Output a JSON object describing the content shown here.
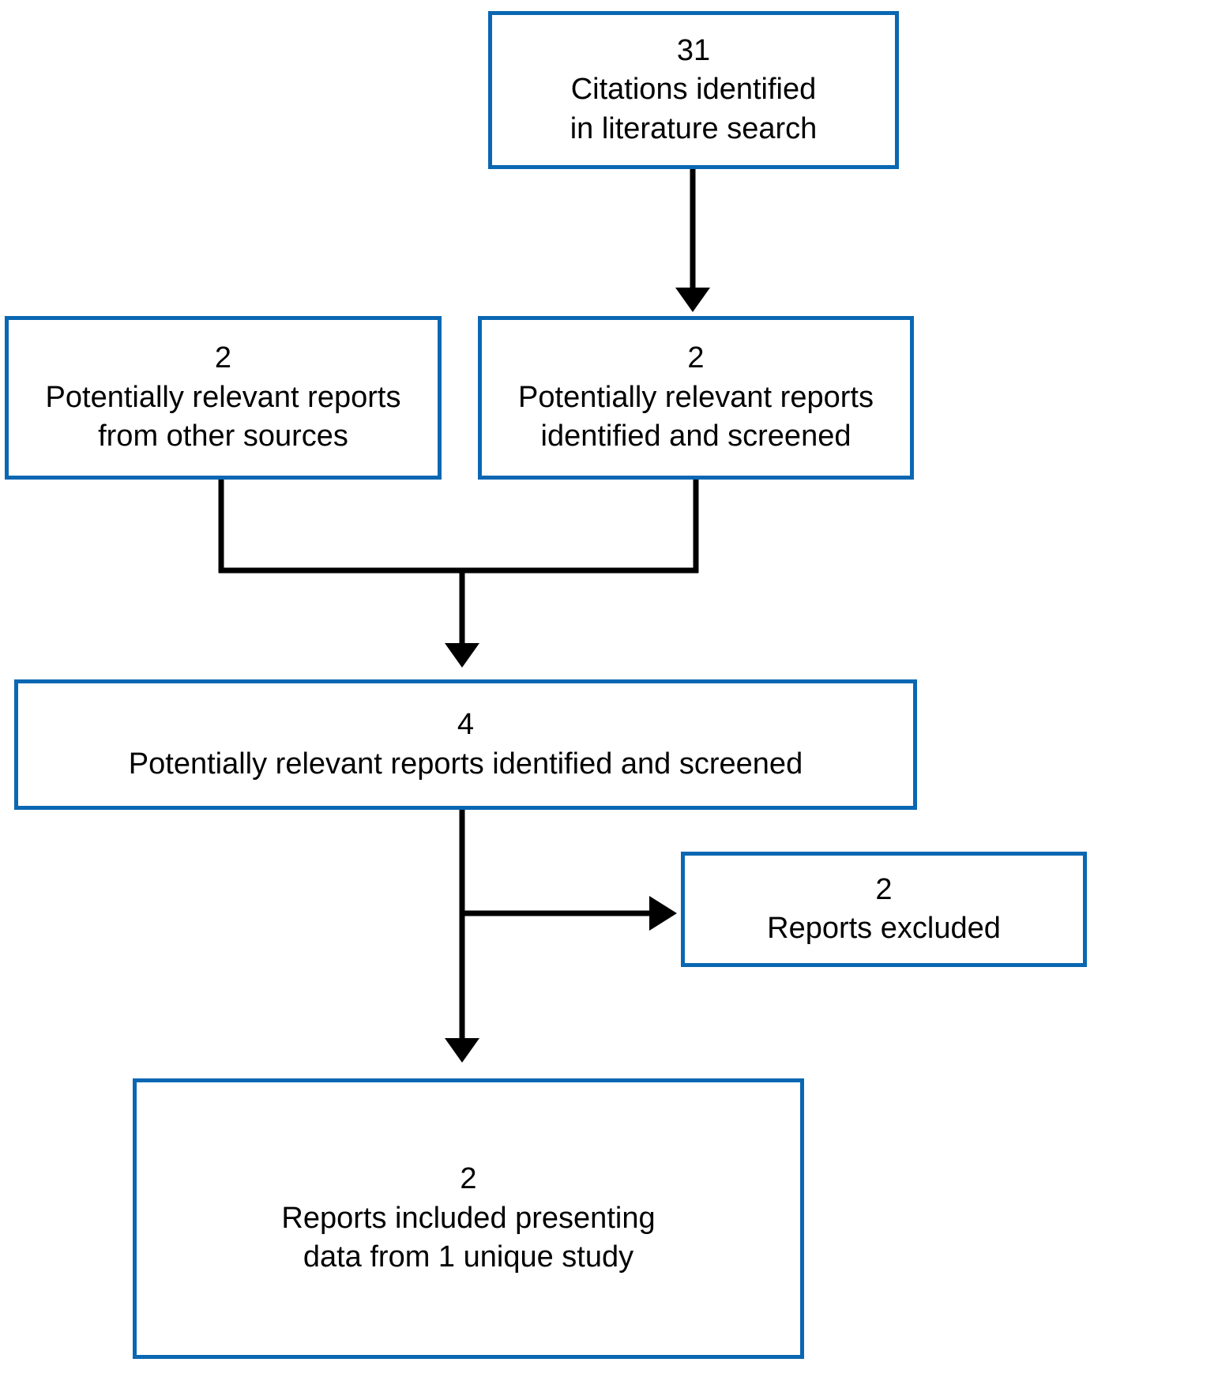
{
  "diagram": {
    "type": "prisma-flow-diagram",
    "colors": {
      "box_border": "#0a67b2",
      "connector": "#000000",
      "background": "#ffffff",
      "text": "#000000"
    },
    "nodes": [
      {
        "id": "identified",
        "count": "31",
        "label": "Citations identified\nin literature search"
      },
      {
        "id": "other-sources",
        "count": "2",
        "label": "Potentially relevant reports\nfrom other sources"
      },
      {
        "id": "screened-mid",
        "count": "2",
        "label": "Potentially relevant reports\nidentified and screened"
      },
      {
        "id": "screened-all",
        "count": "4",
        "label": "Potentially relevant reports identified and screened"
      },
      {
        "id": "excluded",
        "count": "2",
        "label": "Reports excluded"
      },
      {
        "id": "included",
        "count": "2",
        "label": "Reports included presenting\ndata from 1 unique study"
      }
    ],
    "connectors": [
      {
        "id": "identified-to-screened-mid",
        "from": "identified",
        "to": "screened-mid",
        "arrow": "down"
      },
      {
        "id": "other-sources-to-merge",
        "from": "other-sources",
        "to": "screened-all",
        "arrow": "none"
      },
      {
        "id": "screened-mid-to-merge",
        "from": "screened-mid",
        "to": "screened-all",
        "arrow": "none"
      },
      {
        "id": "merge-to-screened-all",
        "from": "merge",
        "to": "screened-all",
        "arrow": "down"
      },
      {
        "id": "screened-all-to-excluded",
        "from": "screened-all",
        "to": "excluded",
        "arrow": "right"
      },
      {
        "id": "screened-all-to-included",
        "from": "screened-all",
        "to": "included",
        "arrow": "down"
      }
    ]
  }
}
